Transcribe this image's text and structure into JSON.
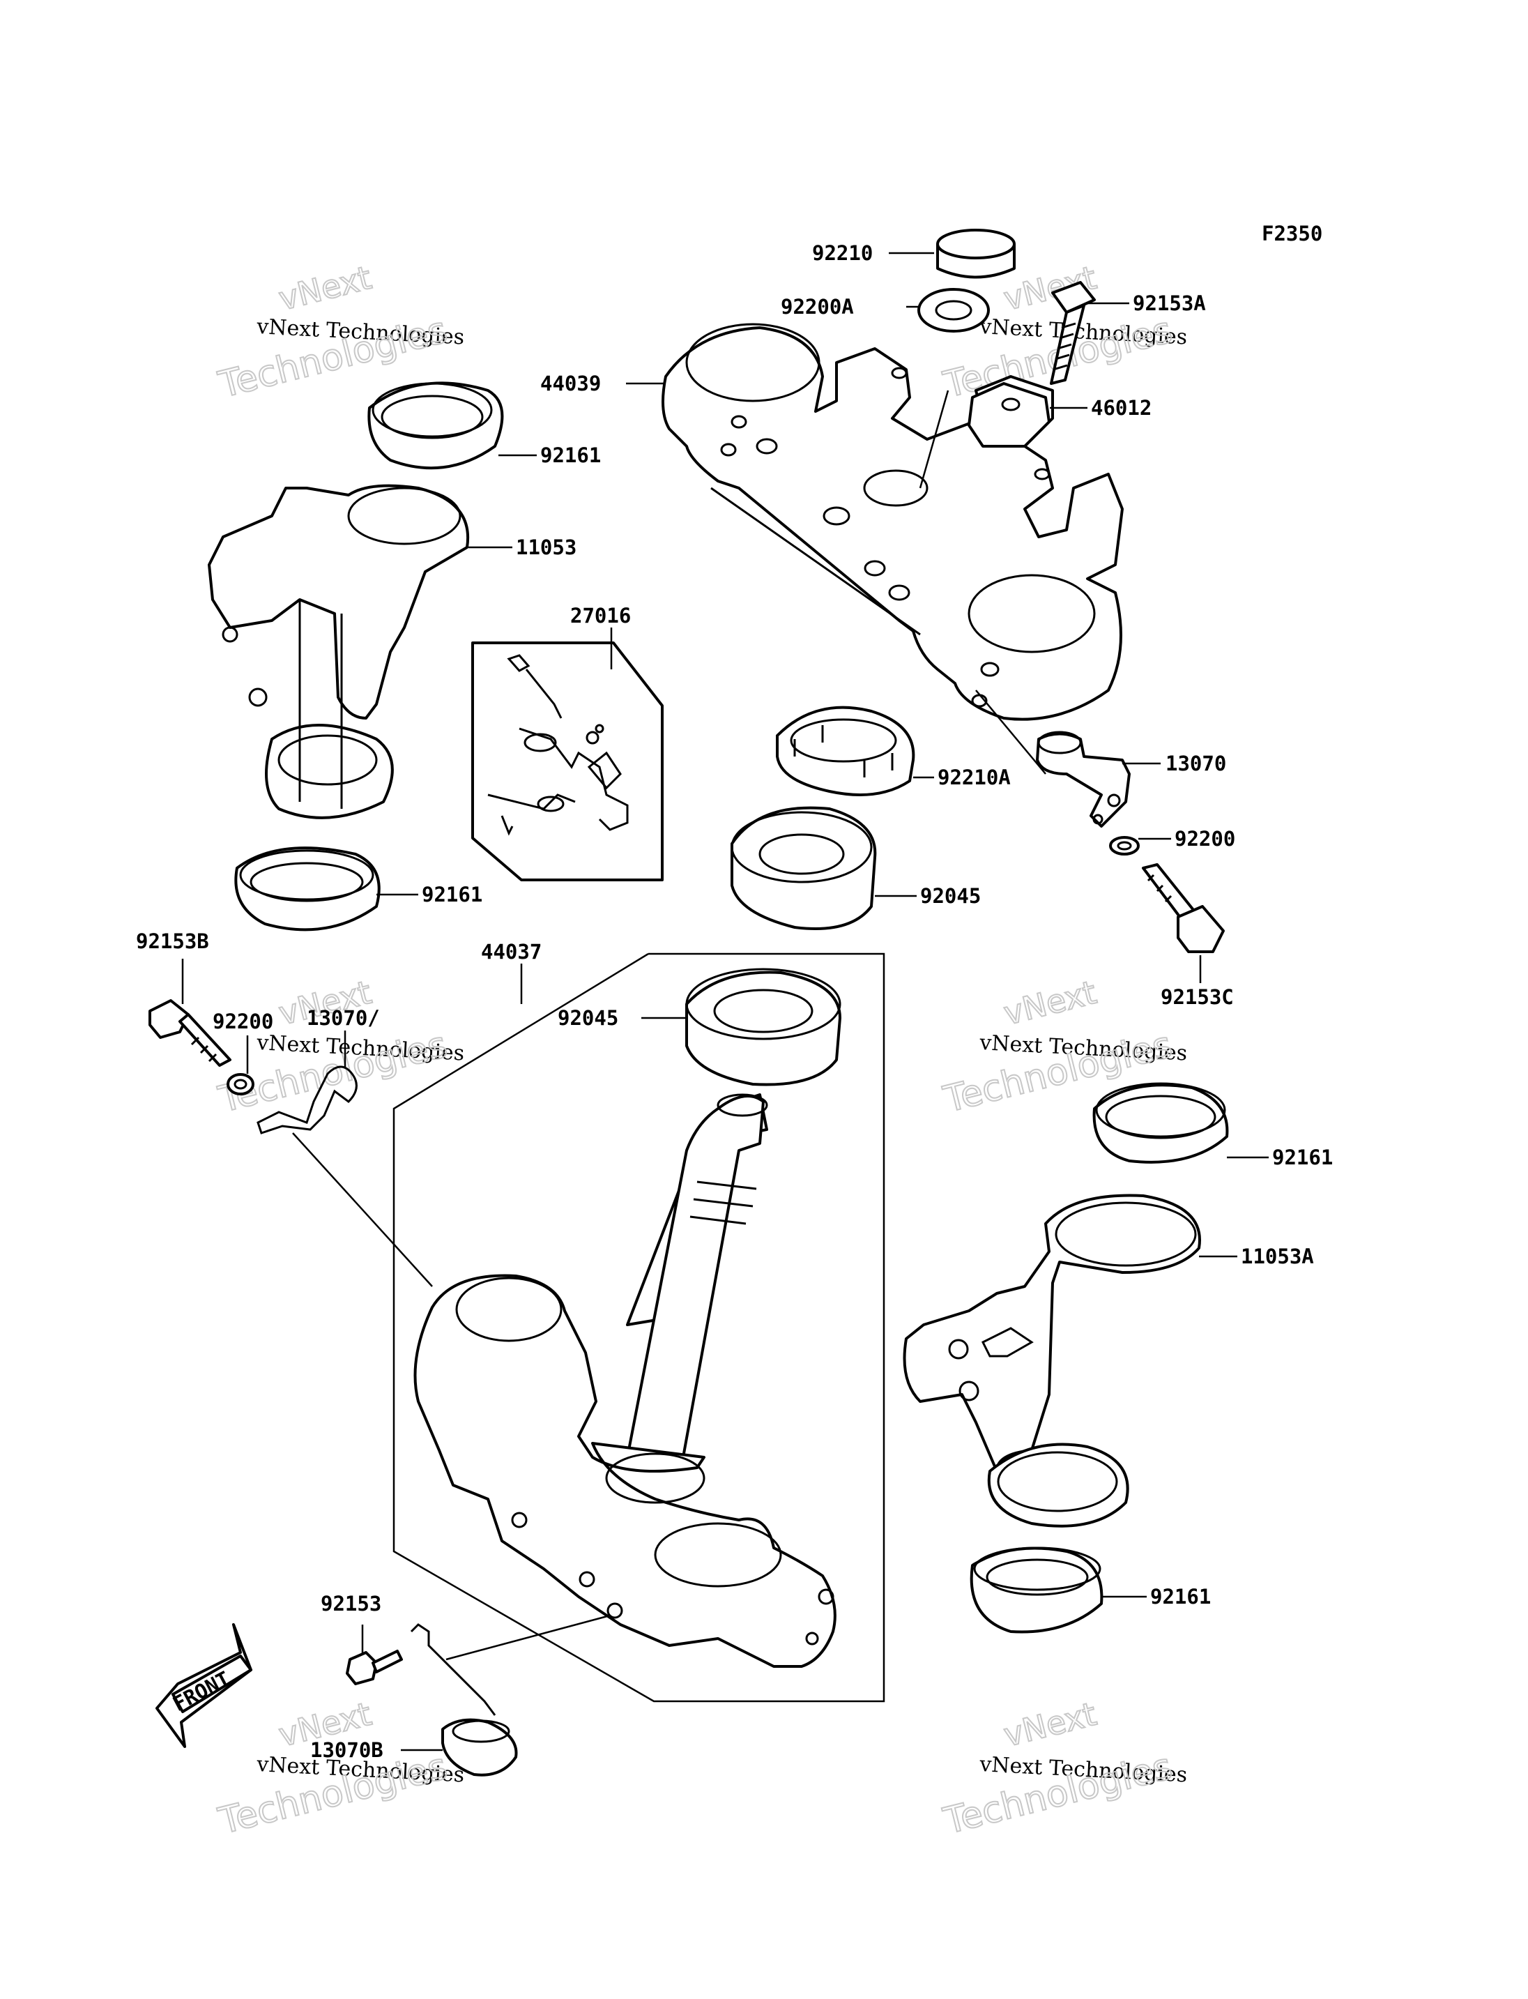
{
  "figure_code": "F2350",
  "parts": {
    "cap_92210": "92210",
    "washer_92200A": "92200A",
    "bolt_92153A": "92153A",
    "upper_bracket_44039": "44039",
    "holder_46012": "46012",
    "seal_92161_upper_left": "92161",
    "cover_11053": "11053",
    "lock_assy_27016": "27016",
    "seal_92161_lower_left": "92161",
    "nut_92210A": "92210A",
    "clamp_13070": "13070",
    "washer_92200_right": "92200",
    "bearing_92045_upper": "92045",
    "bolt_92153C": "92153C",
    "bolt_92153B": "92153B",
    "washer_92200_left": "92200",
    "clamp_13070A": "13070/",
    "stem_44037": "44037",
    "bearing_92045_lower": "92045",
    "seal_92161_upper_right": "92161",
    "cover_11053A": "11053A",
    "seal_92161_lower_right": "92161",
    "bolt_92153": "92153",
    "clamp_13070B": "13070B"
  },
  "front_marker": "FRONT",
  "watermark": {
    "line1": "vNext",
    "line2": "vNext Technologies",
    "line3": "Technologies"
  }
}
